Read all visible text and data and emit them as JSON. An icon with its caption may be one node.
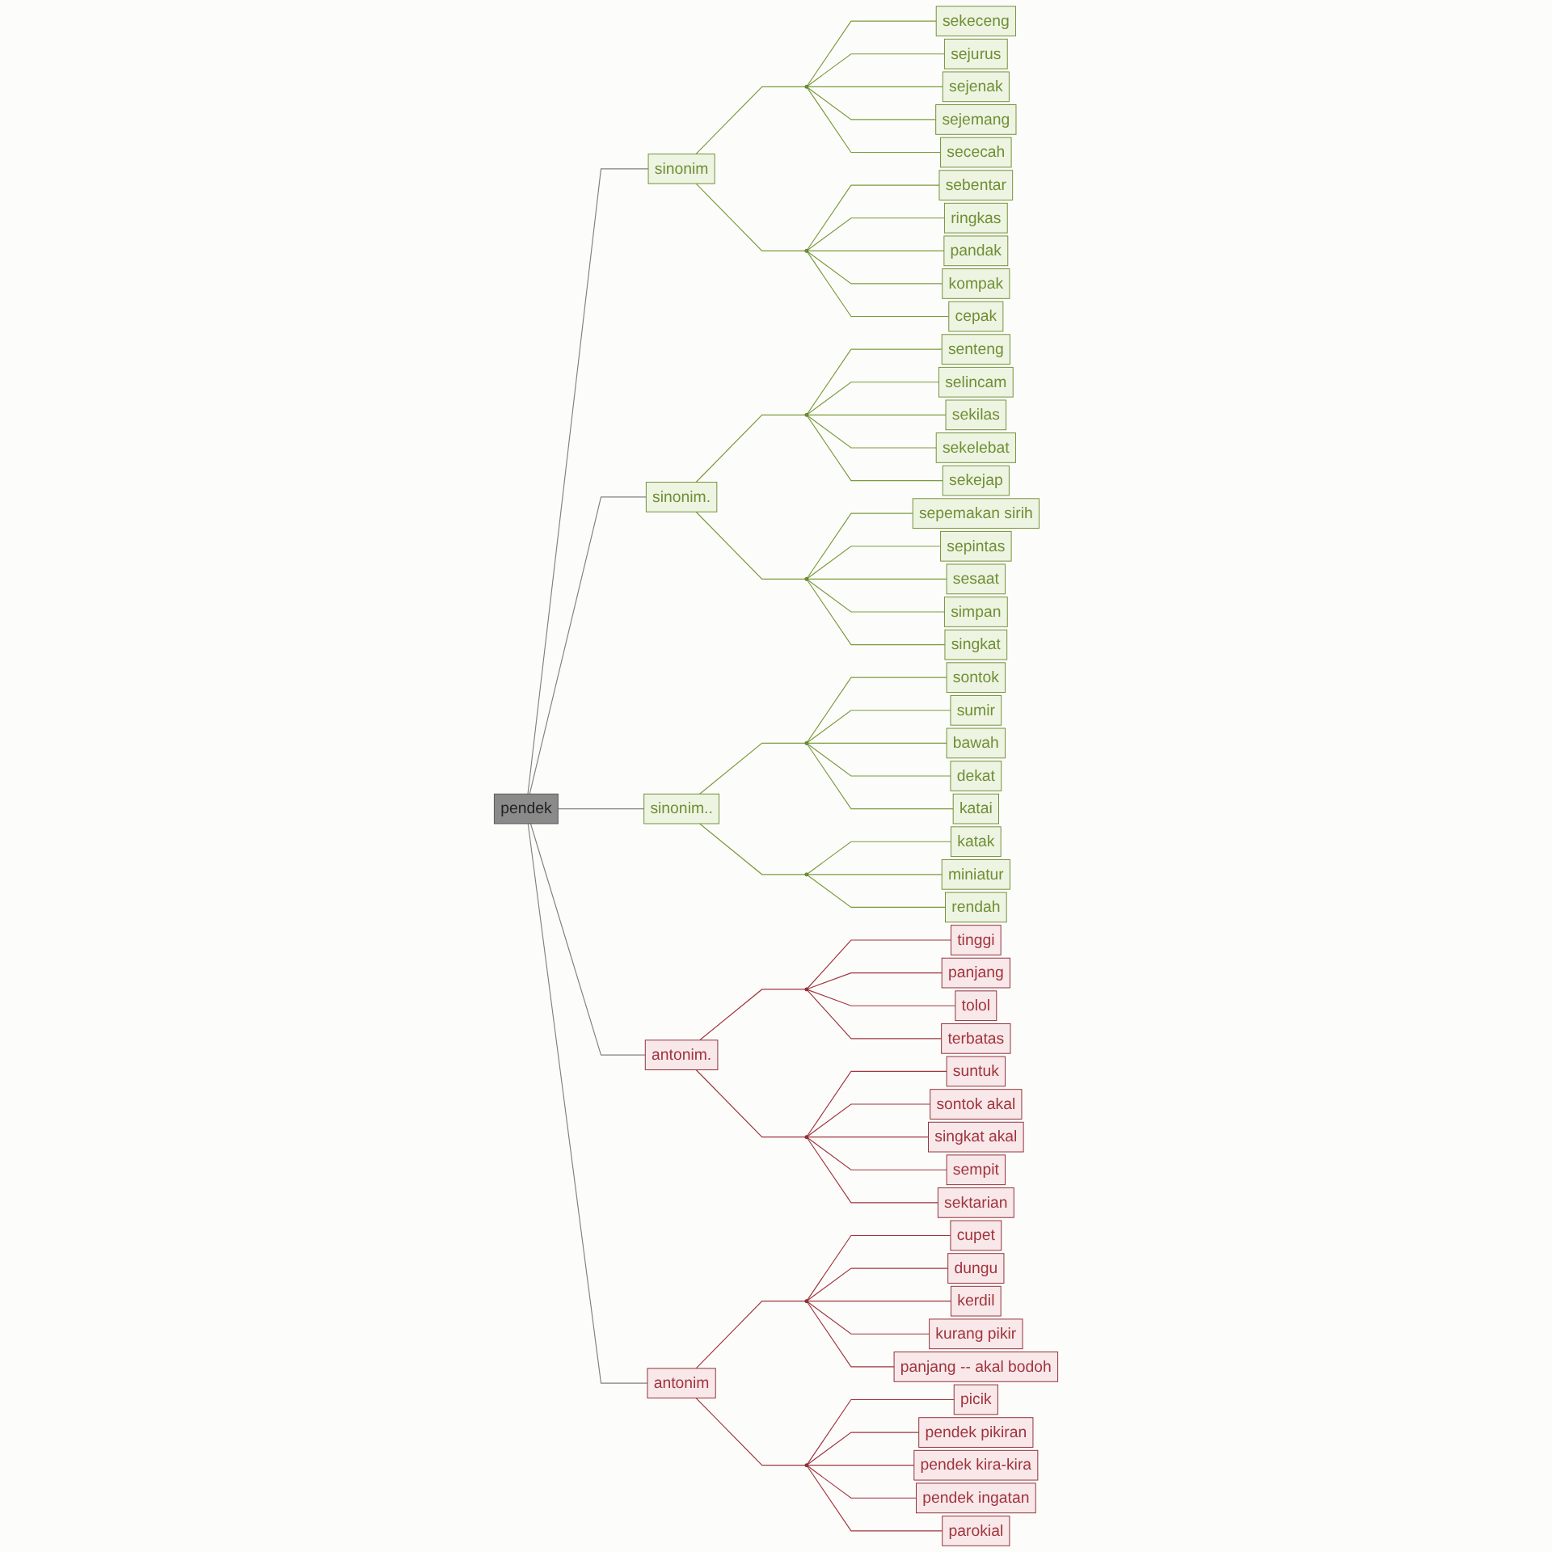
{
  "diagram": {
    "nodes": [
      {
        "text": [
          "pendek"
        ]
      },
      {
        "text": [
          "sinonim"
        ]
      },
      {
        "text": [],
        "shape": "circle"
      },
      {
        "text": [
          "sekeceng"
        ]
      },
      {
        "text": [
          "sejurus"
        ]
      },
      {
        "text": [
          "sejenak"
        ]
      },
      {
        "text": [
          "sejemang"
        ]
      },
      {
        "text": [
          "sececah"
        ]
      },
      {
        "text": [],
        "shape": "circle"
      },
      {
        "text": [
          "sebentar"
        ]
      },
      {
        "text": [
          "ringkas"
        ]
      },
      {
        "text": [
          "pandak"
        ]
      },
      {
        "text": [
          "kompak"
        ]
      },
      {
        "text": [
          "cepak"
        ]
      },
      {
        "text": [
          "sinonim."
        ]
      },
      {
        "text": [],
        "shape": "circle"
      },
      {
        "text": [
          "senteng"
        ]
      },
      {
        "text": [
          "selincam"
        ]
      },
      {
        "text": [
          "sekilas"
        ]
      },
      {
        "text": [
          "sekelebat"
        ]
      },
      {
        "text": [
          "sekejap"
        ]
      },
      {
        "text": [],
        "shape": "circle"
      },
      {
        "text": [
          "sepemakan sirih"
        ]
      },
      {
        "text": [
          "sepintas"
        ]
      },
      {
        "text": [
          "sesaat"
        ]
      },
      {
        "text": [
          "simpan"
        ]
      },
      {
        "text": [
          "singkat"
        ]
      },
      {
        "text": [
          "sinonim.."
        ]
      },
      {
        "text": [],
        "shape": "circle"
      },
      {
        "text": [
          "sontok"
        ]
      },
      {
        "text": [
          "sumir"
        ]
      },
      {
        "text": [
          "bawah"
        ]
      },
      {
        "text": [
          "dekat"
        ]
      },
      {
        "text": [
          "katai"
        ]
      },
      {
        "text": [],
        "shape": "circle"
      },
      {
        "text": [
          "katak"
        ]
      },
      {
        "text": [
          "miniatur"
        ]
      },
      {
        "text": [
          "rendah"
        ]
      },
      {
        "text": [
          "antonim."
        ]
      },
      {
        "text": [],
        "shape": "circle"
      },
      {
        "text": [
          "tinggi"
        ]
      },
      {
        "text": [
          "panjang"
        ]
      },
      {
        "text": [
          "tolol"
        ]
      },
      {
        "text": [
          "terbatas"
        ]
      },
      {
        "text": [],
        "shape": "circle"
      },
      {
        "text": [
          "suntuk"
        ]
      },
      {
        "text": [
          "sontok akal"
        ]
      },
      {
        "text": [
          "singkat akal"
        ]
      },
      {
        "text": [
          "sempit"
        ]
      },
      {
        "text": [
          "sektarian"
        ]
      },
      {
        "text": [
          "antonim"
        ]
      },
      {
        "text": [],
        "shape": "circle"
      },
      {
        "text": [
          "cupet"
        ]
      },
      {
        "text": [
          "dungu"
        ]
      },
      {
        "text": [
          "kerdil"
        ]
      },
      {
        "text": [
          "kurang pikir"
        ]
      },
      {
        "text": [
          "panjang -- akal bodoh"
        ]
      },
      {
        "text": [],
        "shape": "circle"
      },
      {
        "text": [
          "picik"
        ]
      },
      {
        "text": [
          "pendek pikiran"
        ]
      },
      {
        "text": [
          "pendek kira-kira"
        ]
      },
      {
        "text": [
          "pendek ingatan"
        ]
      },
      {
        "text": [
          "parokial"
        ]
      }
    ],
    "edges": [
      {
        "from": 0,
        "to": 1,
        "arrow": "none",
        "color": "#808080"
      },
      {
        "from": 1,
        "to": 2,
        "arrow": "none"
      },
      {
        "from": 2,
        "to": 3,
        "arrow": "none"
      },
      {
        "from": 2,
        "to": 4,
        "arrow": "none"
      },
      {
        "from": 2,
        "to": 5,
        "arrow": "none"
      },
      {
        "from": 2,
        "to": 6,
        "arrow": "none"
      },
      {
        "from": 2,
        "to": 7,
        "arrow": "none"
      },
      {
        "from": 1,
        "to": 8,
        "arrow": "none"
      },
      {
        "from": 8,
        "to": 9,
        "arrow": "none"
      },
      {
        "from": 8,
        "to": 10,
        "arrow": "none"
      },
      {
        "from": 8,
        "to": 11,
        "arrow": "none"
      },
      {
        "from": 8,
        "to": 12,
        "arrow": "none"
      },
      {
        "from": 8,
        "to": 13,
        "arrow": "none"
      },
      {
        "from": 0,
        "to": 14,
        "arrow": "none",
        "color": "#808080"
      },
      {
        "from": 14,
        "to": 15,
        "arrow": "none"
      },
      {
        "from": 15,
        "to": 16,
        "arrow": "none"
      },
      {
        "from": 15,
        "to": 17,
        "arrow": "none"
      },
      {
        "from": 15,
        "to": 18,
        "arrow": "none"
      },
      {
        "from": 15,
        "to": 19,
        "arrow": "none"
      },
      {
        "from": 15,
        "to": 20,
        "arrow": "none"
      },
      {
        "from": 14,
        "to": 21,
        "arrow": "none"
      },
      {
        "from": 21,
        "to": 22,
        "arrow": "none"
      },
      {
        "from": 21,
        "to": 23,
        "arrow": "none"
      },
      {
        "from": 21,
        "to": 24,
        "arrow": "none"
      },
      {
        "from": 21,
        "to": 25,
        "arrow": "none"
      },
      {
        "from": 21,
        "to": 26,
        "arrow": "none"
      },
      {
        "from": 0,
        "to": 27,
        "arrow": "none",
        "color": "#808080"
      },
      {
        "from": 27,
        "to": 28,
        "arrow": "none"
      },
      {
        "from": 28,
        "to": 29,
        "arrow": "none"
      },
      {
        "from": 28,
        "to": 30,
        "arrow": "none"
      },
      {
        "from": 28,
        "to": 31,
        "arrow": "none"
      },
      {
        "from": 28,
        "to": 32,
        "arrow": "none"
      },
      {
        "from": 28,
        "to": 33,
        "arrow": "none"
      },
      {
        "from": 27,
        "to": 34,
        "arrow": "none"
      },
      {
        "from": 34,
        "to": 35,
        "arrow": "none"
      },
      {
        "from": 34,
        "to": 36,
        "arrow": "none"
      },
      {
        "from": 34,
        "to": 37,
        "arrow": "none"
      },
      {
        "from": 0,
        "to": 38,
        "arrow": "none",
        "color": "#808080"
      },
      {
        "from": 38,
        "to": 39,
        "arrow": "none",
        "color": "#a0343c"
      },
      {
        "from": 39,
        "to": 40,
        "arrow": "none",
        "color": "#a0343c"
      },
      {
        "from": 39,
        "to": 41,
        "arrow": "none",
        "color": "#a0343c"
      },
      {
        "from": 39,
        "to": 42,
        "arrow": "none",
        "color": "#a0343c"
      },
      {
        "from": 39,
        "to": 43,
        "arrow": "none",
        "color": "#a0343c"
      },
      {
        "from": 38,
        "to": 44,
        "arrow": "none",
        "color": "#a0343c"
      },
      {
        "from": 44,
        "to": 45,
        "arrow": "none",
        "color": "#a0343c"
      },
      {
        "from": 44,
        "to": 46,
        "arrow": "none",
        "color": "#a0343c"
      },
      {
        "from": 44,
        "to": 47,
        "arrow": "none",
        "color": "#a0343c"
      },
      {
        "from": 44,
        "to": 48,
        "arrow": "none",
        "color": "#a0343c"
      },
      {
        "from": 44,
        "to": 49,
        "arrow": "none",
        "color": "#a0343c"
      },
      {
        "from": 0,
        "to": 50,
        "arrow": "none",
        "color": "#808080"
      },
      {
        "from": 50,
        "to": 51,
        "arrow": "none",
        "color": "#a0343c"
      },
      {
        "from": 51,
        "to": 52,
        "arrow": "none",
        "color": "#a0343c"
      },
      {
        "from": 51,
        "to": 53,
        "arrow": "none",
        "color": "#a0343c"
      },
      {
        "from": 51,
        "to": 54,
        "arrow": "none",
        "color": "#a0343c"
      },
      {
        "from": 51,
        "to": 55,
        "arrow": "none",
        "color": "#a0343c"
      },
      {
        "from": 51,
        "to": 56,
        "arrow": "none",
        "color": "#a0343c"
      },
      {
        "from": 50,
        "to": 57,
        "arrow": "none",
        "color": "#a0343c"
      },
      {
        "from": 57,
        "to": 58,
        "arrow": "none",
        "color": "#a0343c"
      },
      {
        "from": 57,
        "to": 59,
        "arrow": "none",
        "color": "#a0343c"
      },
      {
        "from": 57,
        "to": 60,
        "arrow": "none",
        "color": "#a0343c"
      },
      {
        "from": 57,
        "to": 61,
        "arrow": "none",
        "color": "#a0343c"
      },
      {
        "from": 57,
        "to": 62,
        "arrow": "none",
        "color": "#a0343c"
      }
    ]
  }
}
